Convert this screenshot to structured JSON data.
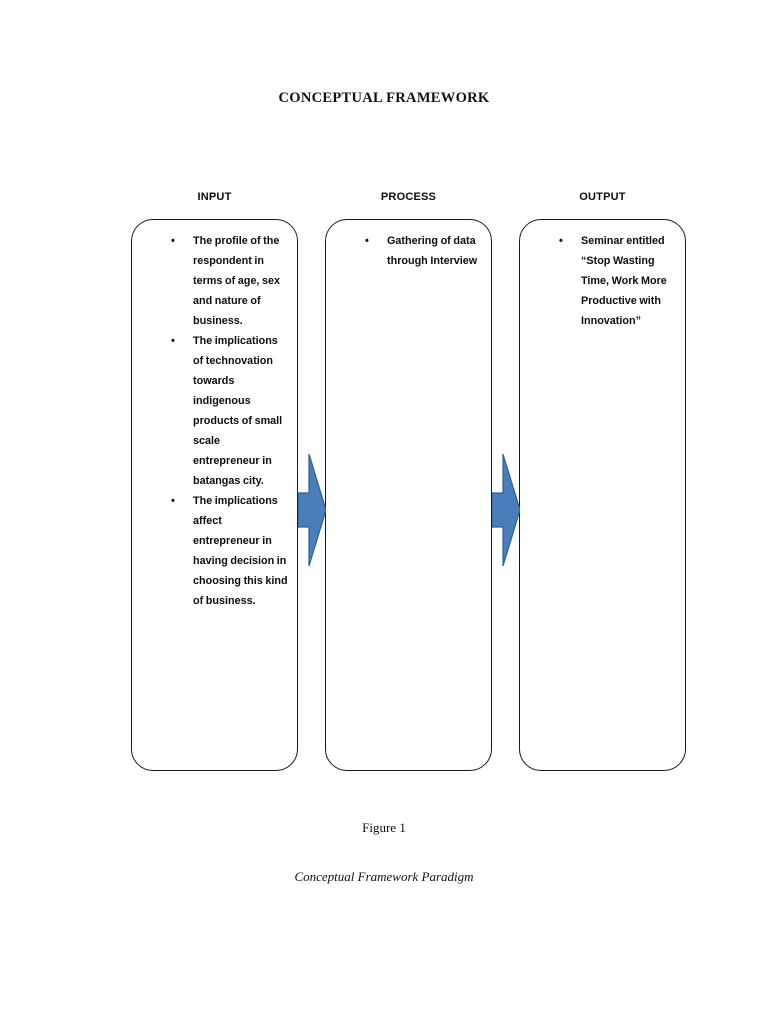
{
  "document": {
    "title": "CONCEPTUAL FRAMEWORK",
    "figure_label": "Figure 1",
    "figure_caption": "Conceptual Framework Paradigm"
  },
  "theme": {
    "page_background": "#ffffff",
    "text_color": "#0d0d0d",
    "box_border_color": "#1a1a1a",
    "arrow_fill": "#4a7ebb",
    "arrow_stroke": "#2e5f96"
  },
  "diagram": {
    "type": "input-process-output",
    "columns": [
      {
        "header": "INPUT",
        "items": [
          "The profile of the respondent in terms of age, sex and nature of business.",
          "The implications of technovation towards indigenous products of small scale entrepreneur in batangas city.",
          "The implications affect entrepreneur in having decision in choosing this kind of business."
        ]
      },
      {
        "header": "PROCESS",
        "items": [
          "Gathering of data through Interview"
        ]
      },
      {
        "header": "OUTPUT",
        "items": [
          "Seminar entitled “Stop Wasting Time, Work More Productive with Innovation”"
        ]
      }
    ],
    "connectors": [
      {
        "name": "arrow-input-to-process",
        "direction": "right"
      },
      {
        "name": "arrow-process-to-output",
        "direction": "right"
      }
    ]
  }
}
